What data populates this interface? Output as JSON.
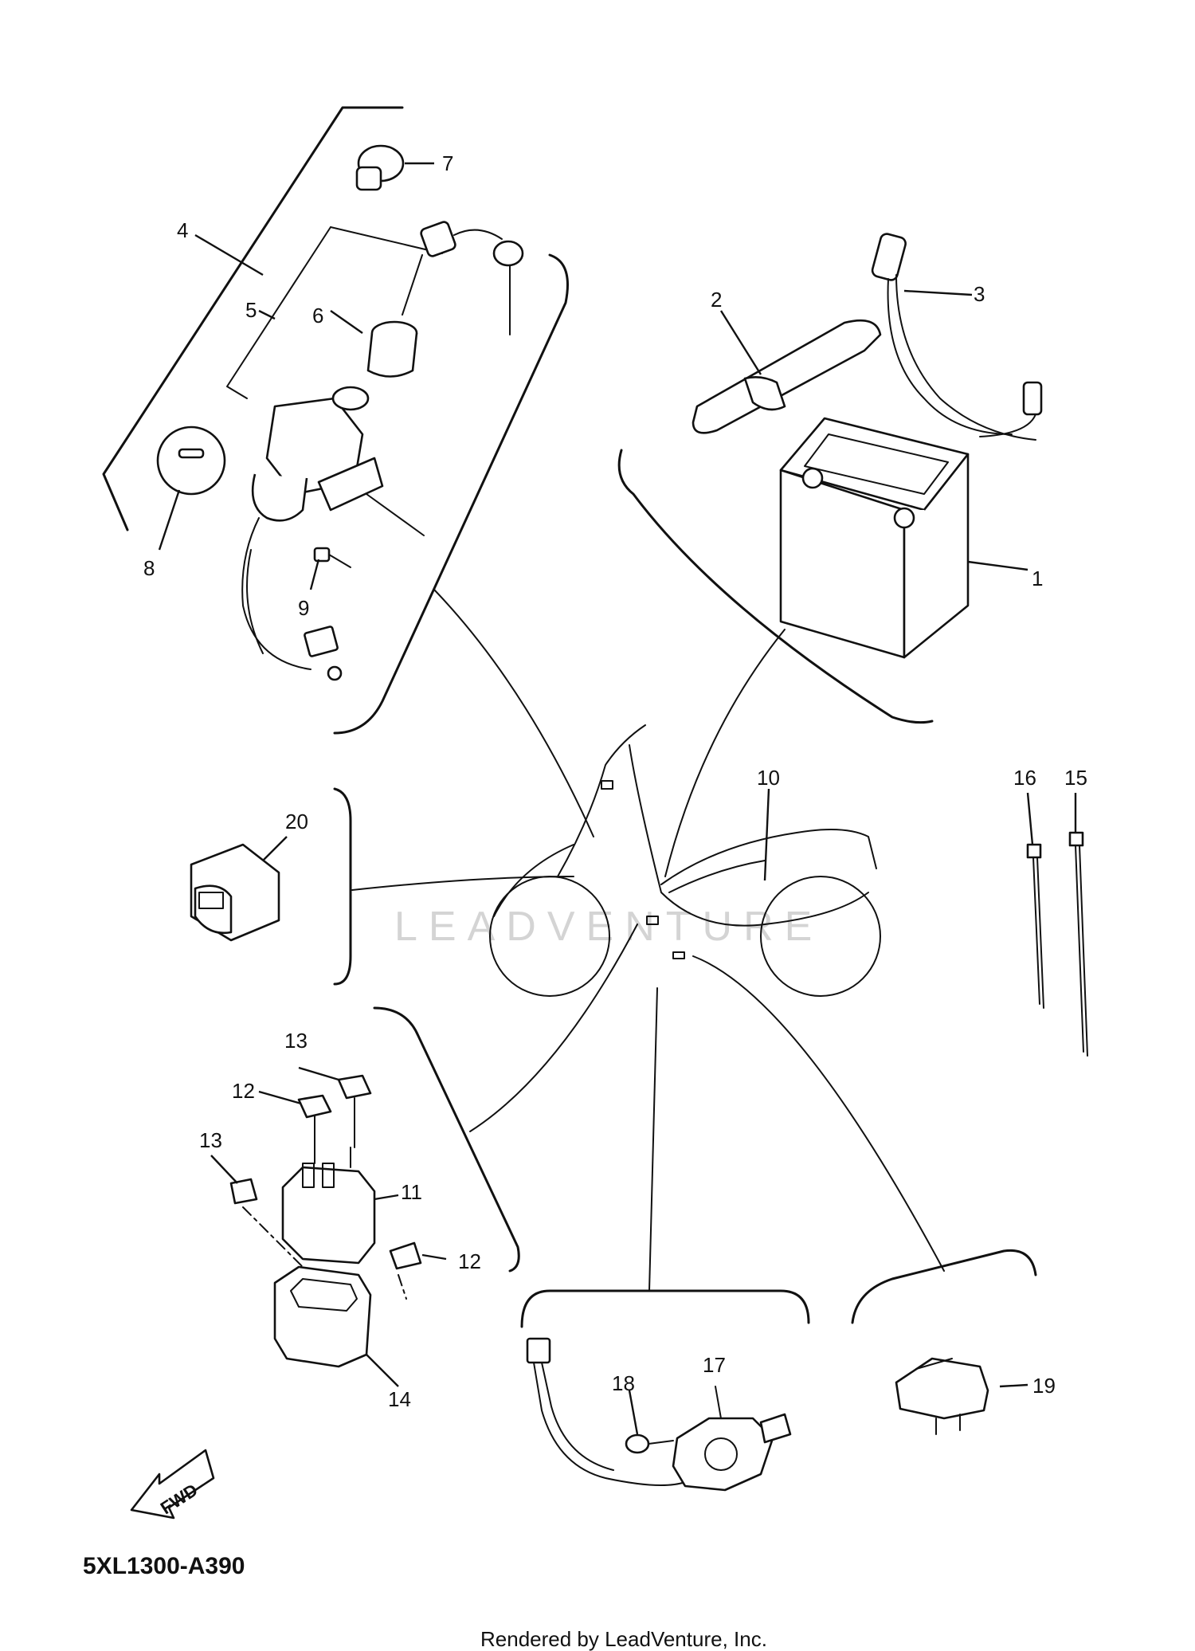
{
  "diagram_code": "5XL1300-A390",
  "credit": "Rendered by LeadVenture, Inc.",
  "watermark": "LEADVENTURE",
  "fwd_label": "FWD",
  "callouts": {
    "p1": "1",
    "p2": "2",
    "p3": "3",
    "p4": "4",
    "p5": "5",
    "p6": "6",
    "p7": "7",
    "p8": "8",
    "p9": "9",
    "p10": "10",
    "p11": "11",
    "p12a": "12",
    "p12b": "12",
    "p13a": "13",
    "p13b": "13",
    "p14": "14",
    "p15": "15",
    "p16": "16",
    "p17": "17",
    "p18": "18",
    "p19": "19",
    "p20": "20"
  }
}
